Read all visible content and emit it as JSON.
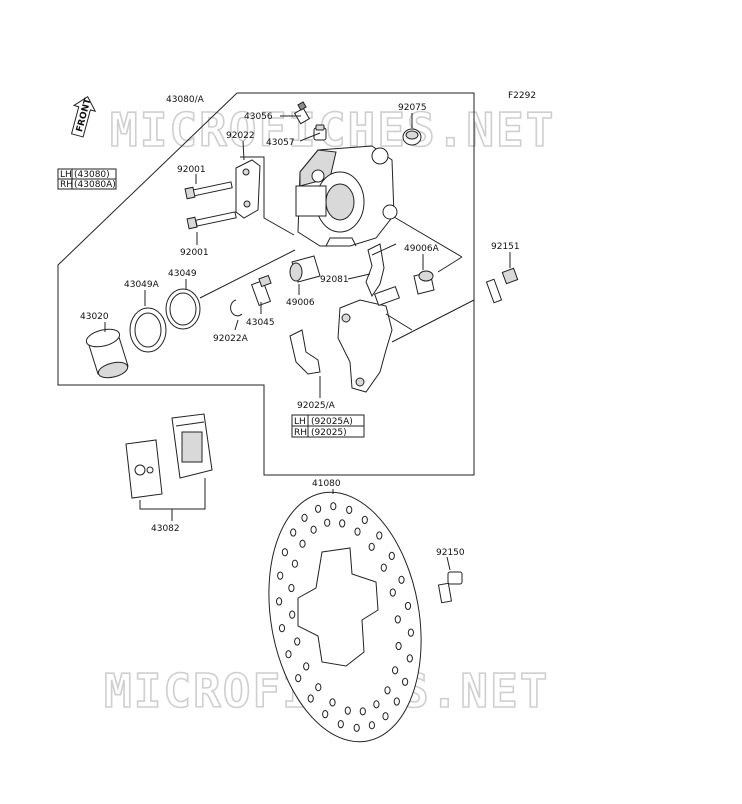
{
  "figure_code": "F2292",
  "front_label": "FRONT",
  "watermark": "MICROFICHES.NET",
  "parts": {
    "p43080A": "43080/A",
    "p43056": "43056",
    "p43057": "43057",
    "p92075": "92075",
    "p92022": "92022",
    "p92001a": "92001",
    "p92001b": "92001",
    "p43049": "43049",
    "p43049A": "43049A",
    "p43020": "43020",
    "p43045": "43045",
    "p92022A": "92022A",
    "p49006": "49006",
    "p49006A": "49006A",
    "p92081": "92081",
    "p92151": "92151",
    "p92025A": "92025/A",
    "p43082": "43082",
    "p41080": "41080",
    "p92150": "92150"
  },
  "tables": {
    "caliper": {
      "rows": [
        {
          "side": "LH",
          "part": "(43080)"
        },
        {
          "side": "RH",
          "part": "(43080A)"
        }
      ]
    },
    "bracket": {
      "rows": [
        {
          "side": "LH",
          "part": "(92025A)"
        },
        {
          "side": "RH",
          "part": "(92025)"
        }
      ]
    }
  }
}
